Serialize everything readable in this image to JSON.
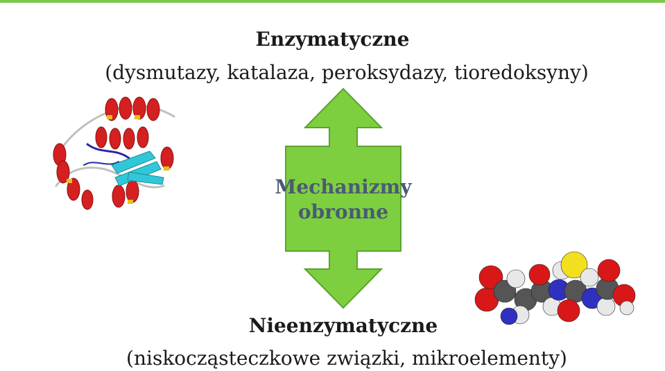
{
  "enzymatic": {
    "title": "Enzymatyczne",
    "examples": "(dysmutazy, katalaza, peroksydazy, tioredoksyny)"
  },
  "center": {
    "line1": "Mechanizmy",
    "line2": "obronne"
  },
  "non_enzymatic": {
    "title": "Nieenzymatyczne",
    "examples": "(niskocząsteczkowe związki, mikroelementy)"
  },
  "colors": {
    "accent_bar": "#7cc84a",
    "arrow_fill": "#7ecf3f",
    "arrow_stroke": "#5aa22e",
    "label_color": "#4a5a75"
  },
  "images": {
    "protein": "protein-ribbon-structure",
    "molecule": "glutathione-space-filling-model"
  }
}
